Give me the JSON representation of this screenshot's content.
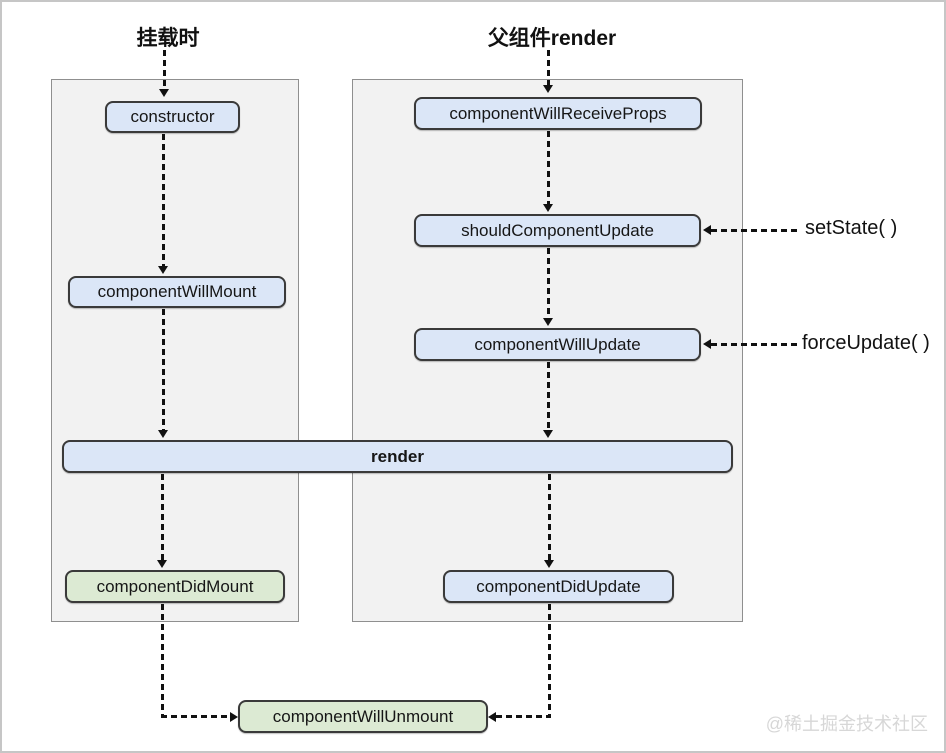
{
  "diagram": {
    "left_column_title": "挂载时",
    "right_column_title": "父组件render",
    "nodes": {
      "constructor": "constructor",
      "componentWillMount": "componentWillMount",
      "componentWillReceiveProps": "componentWillReceiveProps",
      "shouldComponentUpdate": "shouldComponentUpdate",
      "componentWillUpdate": "componentWillUpdate",
      "render": "render",
      "componentDidMount": "componentDidMount",
      "componentDidUpdate": "componentDidUpdate",
      "componentWillUnmount": "componentWillUnmount"
    },
    "annotations": {
      "set_state": "setState( )",
      "force_update": "forceUpdate( )"
    },
    "watermark": "@稀土掘金技术社区",
    "colors": {
      "node_blue_fill": "#dbe6f7",
      "node_green_fill": "#dcead3",
      "node_border": "#3a3a3a",
      "panel_fill": "#f2f2f2",
      "panel_border": "#8f8f8f",
      "arrow": "#111111",
      "outer_border": "#c6c6c6",
      "watermark_text": "#d7d7d7"
    }
  }
}
